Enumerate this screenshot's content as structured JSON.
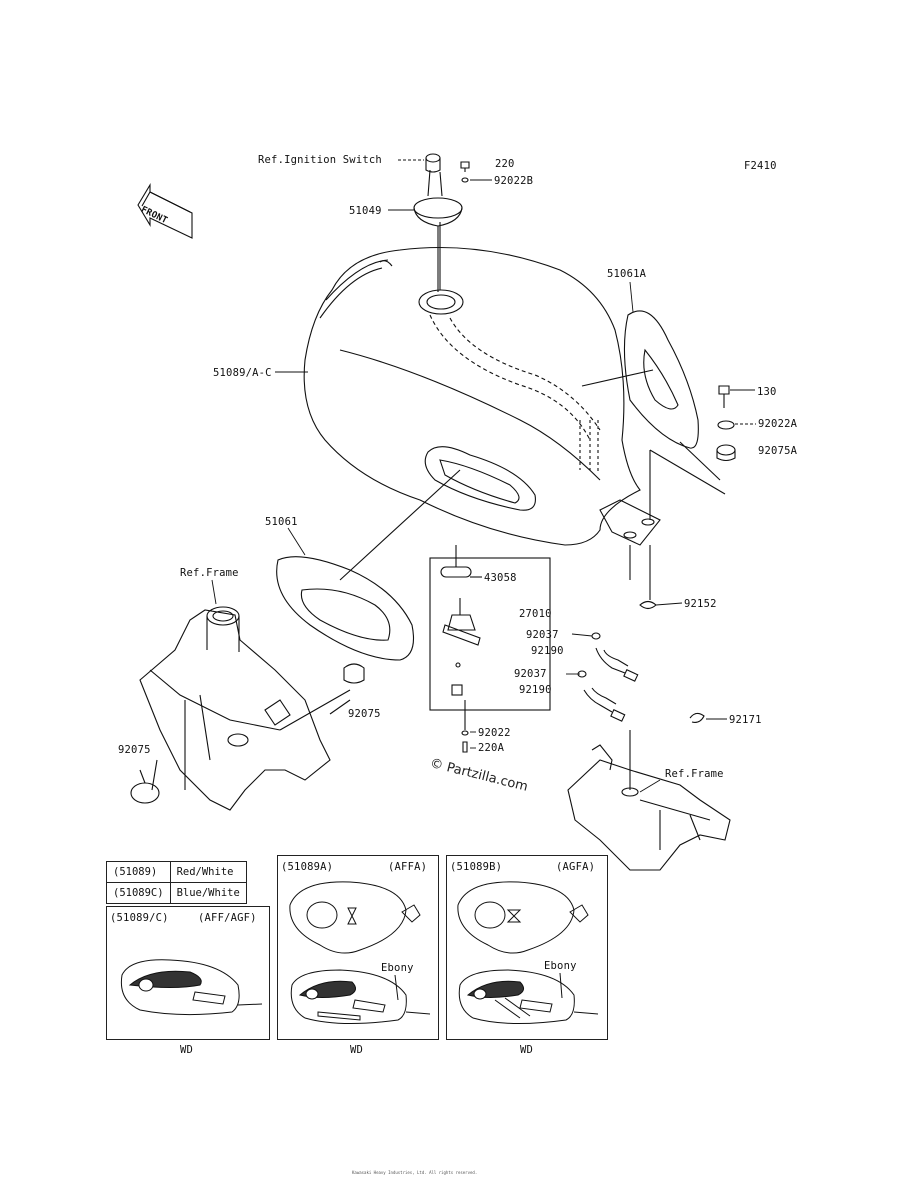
{
  "diagram_code": "F2410",
  "labels": {
    "ref_ignition_switch": "Ref.Ignition Switch",
    "p220": "220",
    "p92022b": "92022B",
    "p51049": "51049",
    "p51061a": "51061A",
    "p51089": "51089/A-C",
    "p130": "130",
    "p92022a": "92022A",
    "p92075a": "92075A",
    "p51061": "51061",
    "ref_frame_left": "Ref.Frame",
    "p43058": "43058",
    "p27010": "27010",
    "p92037_1": "92037",
    "p92190_1": "92190",
    "p92037_2": "92037",
    "p92190_2": "92190",
    "p92152": "92152",
    "p92171": "92171",
    "p92075_r": "92075",
    "p92075_l": "92075",
    "p92022": "92022",
    "p220a": "220A",
    "ref_frame_right": "Ref.Frame",
    "front": "FRONT"
  },
  "watermark": "© Partzilla.com",
  "color_table": [
    {
      "code": "(51089)",
      "color": "Red/White"
    },
    {
      "code": "(51089C)",
      "color": "Blue/White"
    }
  ],
  "variants": [
    {
      "code": "(51089/C)",
      "market": "(AFF/AGF)",
      "badge": "",
      "footer": "WD"
    },
    {
      "code": "(51089A)",
      "market": "(AFFA)",
      "badge": "Ebony",
      "footer": "WD"
    },
    {
      "code": "(51089B)",
      "market": "(AGFA)",
      "badge": "Ebony",
      "footer": "WD"
    }
  ],
  "footer_fine_print": "Kawasaki Heavy Industries, Ltd. All rights reserved."
}
